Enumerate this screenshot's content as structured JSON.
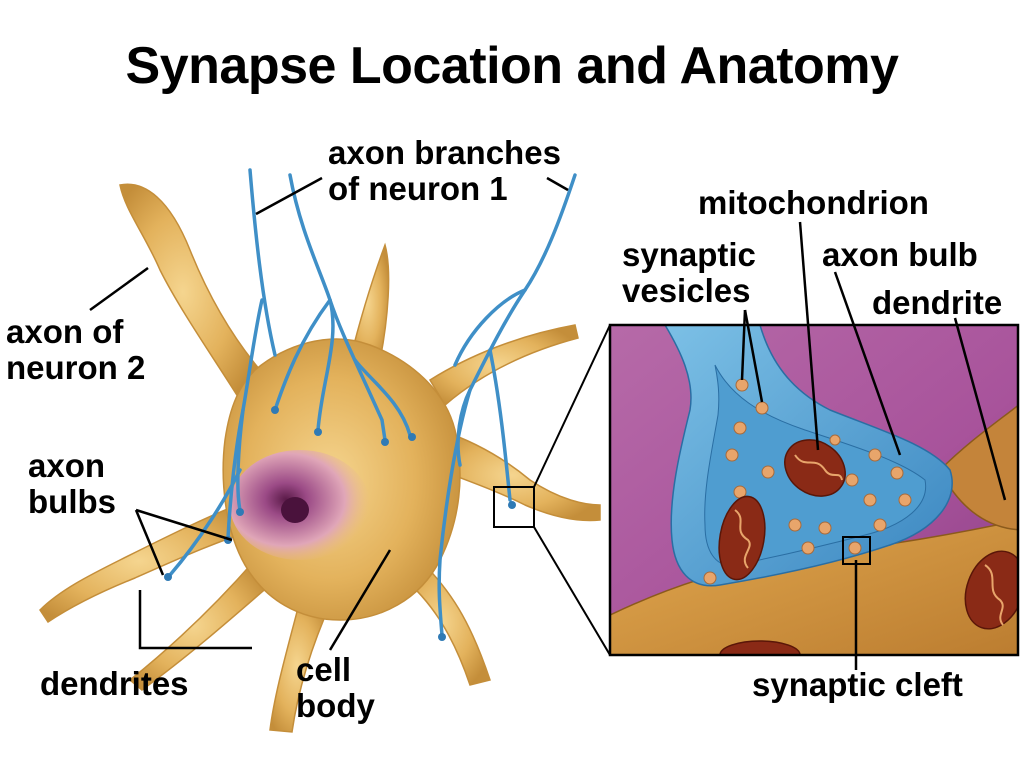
{
  "title": "Synapse Location and Anatomy",
  "labels": {
    "axon_branches": [
      "axon branches",
      "of neuron 1"
    ],
    "axon_of_neuron_2": [
      "axon of",
      "neuron 2"
    ],
    "axon_bulbs": [
      "axon",
      "bulbs"
    ],
    "dendrites": "dendrites",
    "cell_body": [
      "cell",
      "body"
    ],
    "mitochondrion": "mitochondrion",
    "synaptic_vesicles": [
      "synaptic",
      "vesicles"
    ],
    "axon_bulb": "axon bulb",
    "dendrite": "dendrite",
    "synaptic_cleft": "synaptic cleft"
  },
  "colors": {
    "neuron_body": "#e3b25c",
    "neuron_highlight": "#f3d38c",
    "neuron_shadow": "#b8822e",
    "axon_branch": "#3f8fc7",
    "axon_bulb_inset": "#5aa7d6",
    "inset_background": "#a8539b",
    "vesicle": "#e8a56b",
    "mitochondrion": "#8a2a16",
    "nucleus": "#7b2b5e",
    "leader_line": "#000000"
  }
}
